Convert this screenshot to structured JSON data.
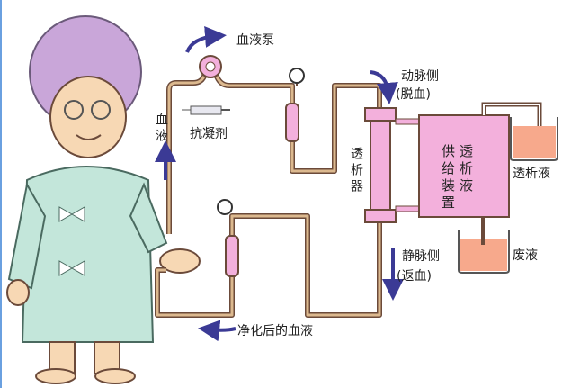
{
  "labels": {
    "blood_pump": "血液泵",
    "blood": "血液",
    "anticoagulant": "抗凝剂",
    "arterial_side": "动脉侧",
    "arterial_sub": "(脱血)",
    "dialyzer": "透析器",
    "supply_col1": "透析液",
    "supply_col2": "供给装置",
    "dialysate": "透析液",
    "waste": "废液",
    "venous_side": "静脉侧",
    "venous_sub": "(返血)",
    "purified_blood": "净化后的血液"
  },
  "colors": {
    "arrow": "#3b3a95",
    "tube": "#dcb98f",
    "tube_edge": "#6b4a3a",
    "box": "#f3b0dc",
    "liquid": "#f7a98c",
    "robe": "#c3e6da",
    "hair": "#c9a6d9",
    "skin": "#f7d8b4"
  }
}
